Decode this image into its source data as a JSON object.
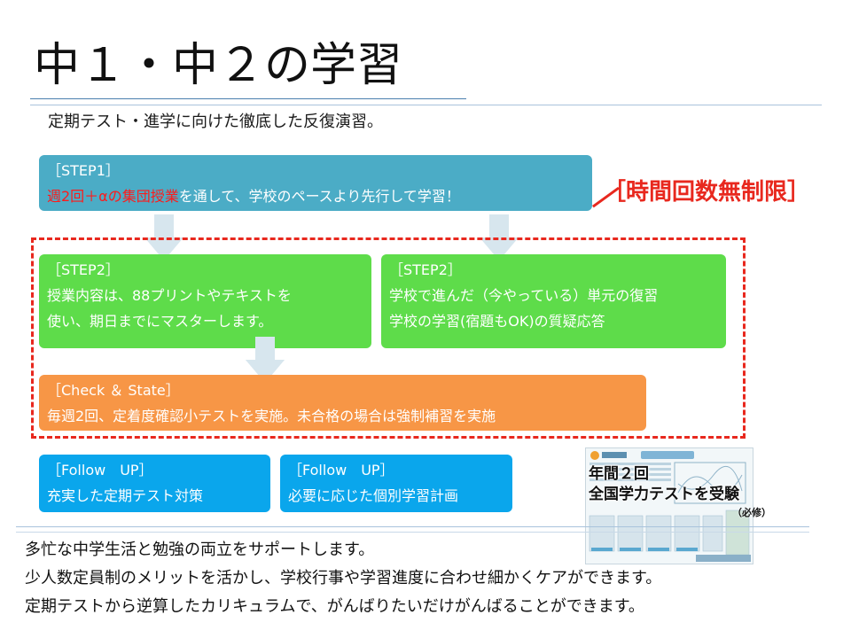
{
  "title": "中１・中２の学習",
  "subtitle": "定期テスト・進学に向けた徹底した反復演習。",
  "callout": "［時間回数無制限］",
  "steps": {
    "step1": {
      "heading": "［STEP1］",
      "line_highlight": "週2回＋αの集団授業",
      "line_rest": "を通して、学校のペースより先行して学習！"
    },
    "step2a": {
      "heading": "［STEP2］",
      "line1": "授業内容は、88プリントやテキストを",
      "line2": "使い、期日までにマスターします。"
    },
    "step2b": {
      "heading": "［STEP2］",
      "line1": "学校で進んだ（今やっている）単元の復習",
      "line2": "学校の学習(宿題もOK)の質疑応答"
    },
    "check": {
      "heading": "［Check ＆ State］",
      "line1": "毎週2回、定着度確認小テストを実施。未合格の場合は強制補習を実施"
    },
    "followup1": {
      "heading": "［Follow　UP］",
      "line1": "充実した定期テスト対策"
    },
    "followup2": {
      "heading": "［Follow　UP］",
      "line1": "必要に応じた個別学習計画"
    }
  },
  "pamphlet": {
    "line1": "年間２回",
    "line2": "全国学力テストを受験",
    "note": "（必修）"
  },
  "bottom_lines": [
    "多忙な中学生活と勉強の両立をサポートします。",
    "少人数定員制のメリットを活かし、学校行事や学習進度に合わせ細かくケアができます。",
    "定期テストから逆算したカリキュラムで、がんばりたいだけがんばることができます。"
  ],
  "colors": {
    "step1": "#4bacc6",
    "step2": "#5edc4a",
    "check": "#f79646",
    "followup": "#0aa6ec",
    "accent_red": "#e8281e",
    "arrow": "#d7e6ee"
  }
}
